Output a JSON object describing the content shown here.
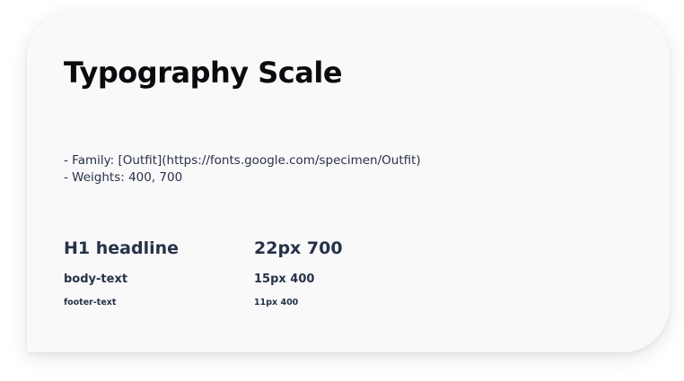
{
  "title": "Typography Scale",
  "meta": {
    "family_line": "- Family: [Outfit](https://fonts.google.com/specimen/Outfit)",
    "weights_line": "- Weights: 400, 700"
  },
  "scale": [
    {
      "name": "H1 headline",
      "spec": "22px 700"
    },
    {
      "name": "body-text",
      "spec": "15px 400"
    },
    {
      "name": "footer-text",
      "spec": "11px 400"
    }
  ]
}
